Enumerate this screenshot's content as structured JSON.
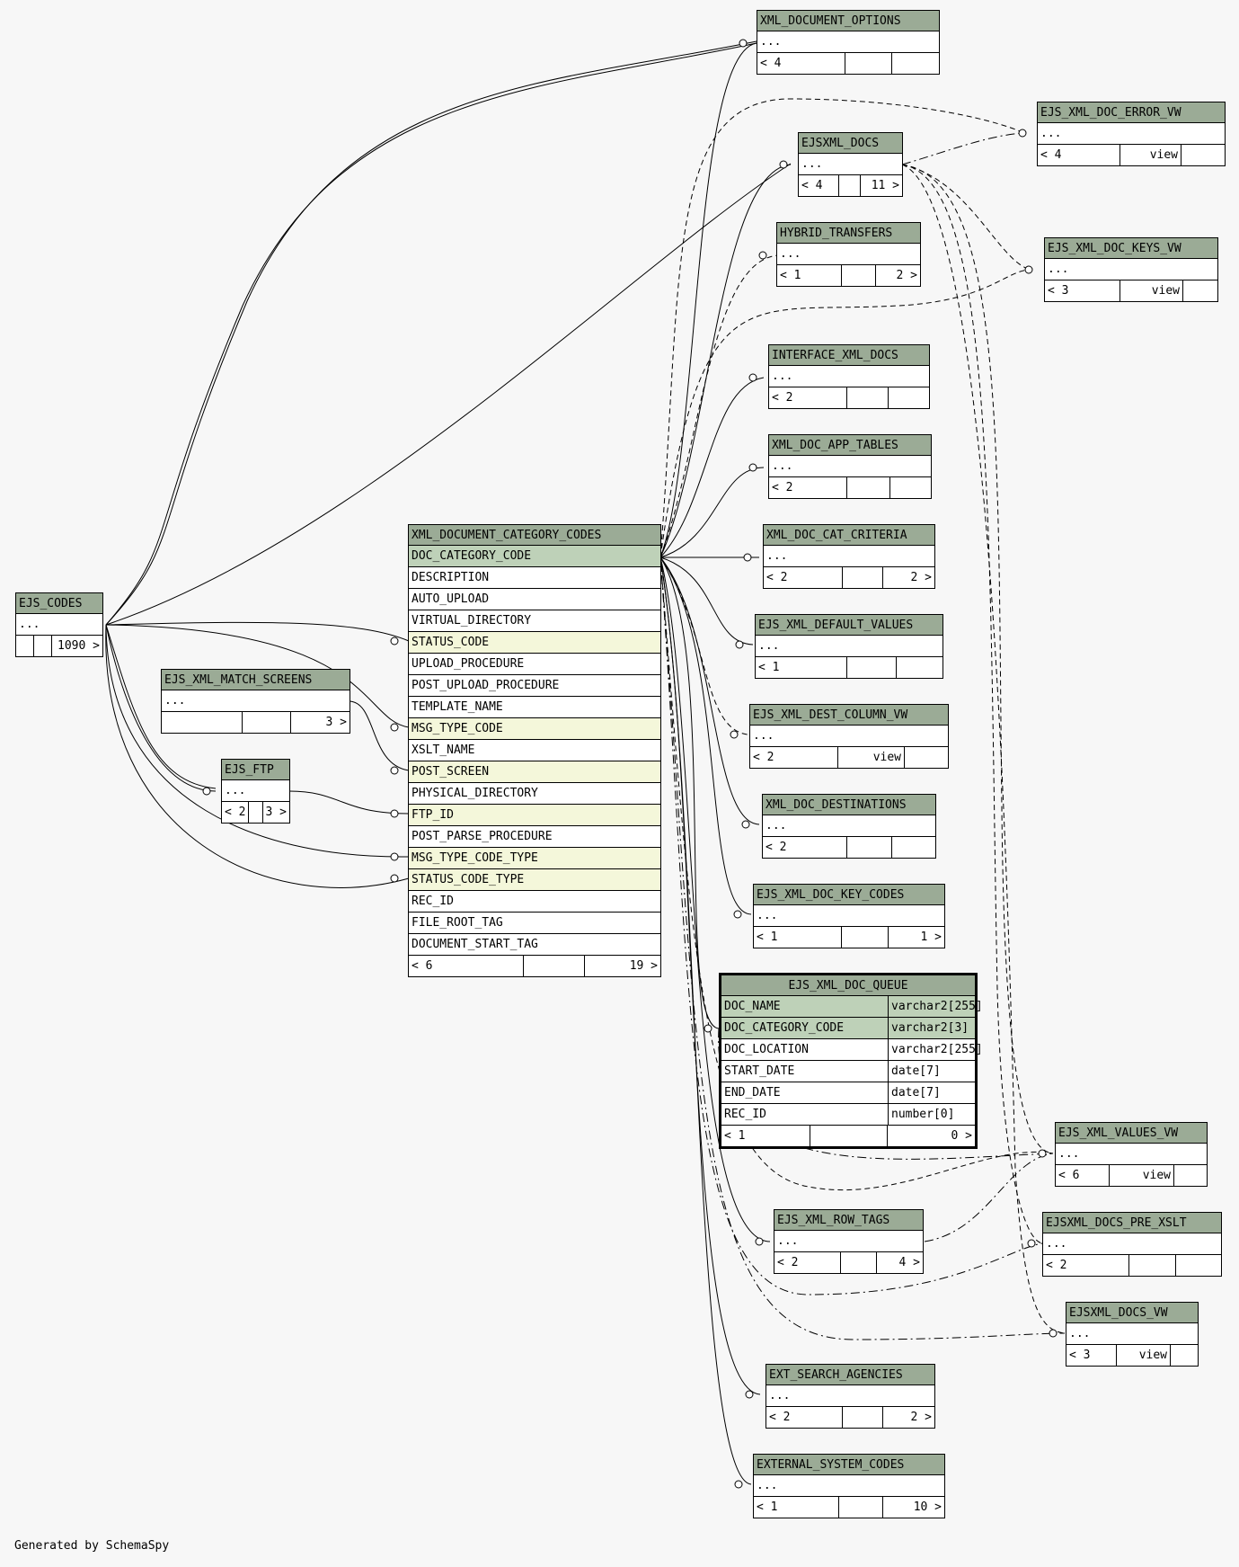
{
  "tables": {
    "xml_document_options": {
      "name": "XML_DOCUMENT_OPTIONS",
      "cols": [
        "..."
      ],
      "foot": [
        "< 4",
        "",
        ""
      ]
    },
    "ejs_xml_doc_error_vw": {
      "name": "EJS_XML_DOC_ERROR_VW",
      "cols": [
        "..."
      ],
      "foot": [
        "< 4",
        "view",
        ""
      ]
    },
    "ejsxml_docs": {
      "name": "EJSXML_DOCS",
      "cols": [
        "..."
      ],
      "foot": [
        "< 4",
        "",
        "11 >"
      ]
    },
    "hybrid_transfers": {
      "name": "HYBRID_TRANSFERS",
      "cols": [
        "..."
      ],
      "foot": [
        "< 1",
        "",
        "2 >"
      ]
    },
    "ejs_xml_doc_keys_vw": {
      "name": "EJS_XML_DOC_KEYS_VW",
      "cols": [
        "..."
      ],
      "foot": [
        "< 3",
        "view",
        ""
      ]
    },
    "interface_xml_docs": {
      "name": "INTERFACE_XML_DOCS",
      "cols": [
        "..."
      ],
      "foot": [
        "< 2",
        "",
        ""
      ]
    },
    "xml_doc_app_tables": {
      "name": "XML_DOC_APP_TABLES",
      "cols": [
        "..."
      ],
      "foot": [
        "< 2",
        "",
        ""
      ]
    },
    "xml_doc_cat_criteria": {
      "name": "XML_DOC_CAT_CRITERIA",
      "cols": [
        "..."
      ],
      "foot": [
        "< 2",
        "",
        "2 >"
      ]
    },
    "ejs_xml_default_values": {
      "name": "EJS_XML_DEFAULT_VALUES",
      "cols": [
        "..."
      ],
      "foot": [
        "< 1",
        "",
        ""
      ]
    },
    "ejs_xml_dest_column_vw": {
      "name": "EJS_XML_DEST_COLUMN_VW",
      "cols": [
        "..."
      ],
      "foot": [
        "< 2",
        "view",
        ""
      ]
    },
    "xml_doc_destinations": {
      "name": "XML_DOC_DESTINATIONS",
      "cols": [
        "..."
      ],
      "foot": [
        "< 2",
        "",
        ""
      ]
    },
    "ejs_xml_doc_key_codes": {
      "name": "EJS_XML_DOC_KEY_CODES",
      "cols": [
        "..."
      ],
      "foot": [
        "< 1",
        "",
        "1 >"
      ]
    },
    "ejs_xml_doc_queue": {
      "name": "EJS_XML_DOC_QUEUE",
      "cols": [
        "DOC_NAME",
        "DOC_CATEGORY_CODE",
        "DOC_LOCATION",
        "START_DATE",
        "END_DATE",
        "REC_ID"
      ],
      "types": [
        "varchar2[255]",
        "varchar2[3]",
        "varchar2[255]",
        "date[7]",
        "date[7]",
        "number[0]"
      ],
      "foot": [
        "< 1",
        "",
        "0 >"
      ]
    },
    "ejs_xml_values_vw": {
      "name": "EJS_XML_VALUES_VW",
      "cols": [
        "..."
      ],
      "foot": [
        "< 6",
        "view",
        ""
      ]
    },
    "ejs_xml_row_tags": {
      "name": "EJS_XML_ROW_TAGS",
      "cols": [
        "..."
      ],
      "foot": [
        "< 2",
        "",
        "4 >"
      ]
    },
    "ejsxml_docs_pre_xslt": {
      "name": "EJSXML_DOCS_PRE_XSLT",
      "cols": [
        "..."
      ],
      "foot": [
        "< 2",
        "",
        ""
      ]
    },
    "ejsxml_docs_vw": {
      "name": "EJSXML_DOCS_VW",
      "cols": [
        "..."
      ],
      "foot": [
        "< 3",
        "view",
        ""
      ]
    },
    "ext_search_agencies": {
      "name": "EXT_SEARCH_AGENCIES",
      "cols": [
        "..."
      ],
      "foot": [
        "< 2",
        "",
        "2 >"
      ]
    },
    "external_system_codes": {
      "name": "EXTERNAL_SYSTEM_CODES",
      "cols": [
        "..."
      ],
      "foot": [
        "< 1",
        "",
        "10 >"
      ]
    },
    "ejs_codes": {
      "name": "EJS_CODES",
      "cols": [
        "..."
      ],
      "foot": [
        "",
        "",
        "1090 >"
      ]
    },
    "ejs_xml_match_screens": {
      "name": "EJS_XML_MATCH_SCREENS",
      "cols": [
        "..."
      ],
      "foot": [
        "",
        "",
        "3 >"
      ]
    },
    "ejs_ftp": {
      "name": "EJS_FTP",
      "cols": [
        "..."
      ],
      "foot": [
        "< 2",
        "",
        "3 >"
      ]
    },
    "xml_document_category_codes": {
      "name": "XML_DOCUMENT_CATEGORY_CODES",
      "cols": [
        "DOC_CATEGORY_CODE",
        "DESCRIPTION",
        "AUTO_UPLOAD",
        "VIRTUAL_DIRECTORY",
        "STATUS_CODE",
        "UPLOAD_PROCEDURE",
        "POST_UPLOAD_PROCEDURE",
        "TEMPLATE_NAME",
        "MSG_TYPE_CODE",
        "XSLT_NAME",
        "POST_SCREEN",
        "PHYSICAL_DIRECTORY",
        "FTP_ID",
        "POST_PARSE_PROCEDURE",
        "MSG_TYPE_CODE_TYPE",
        "STATUS_CODE_TYPE",
        "REC_ID",
        "FILE_ROOT_TAG",
        "DOCUMENT_START_TAG"
      ],
      "foot": [
        "< 6",
        "",
        "19 >"
      ]
    }
  },
  "generated_by": "Generated by SchemaSpy"
}
